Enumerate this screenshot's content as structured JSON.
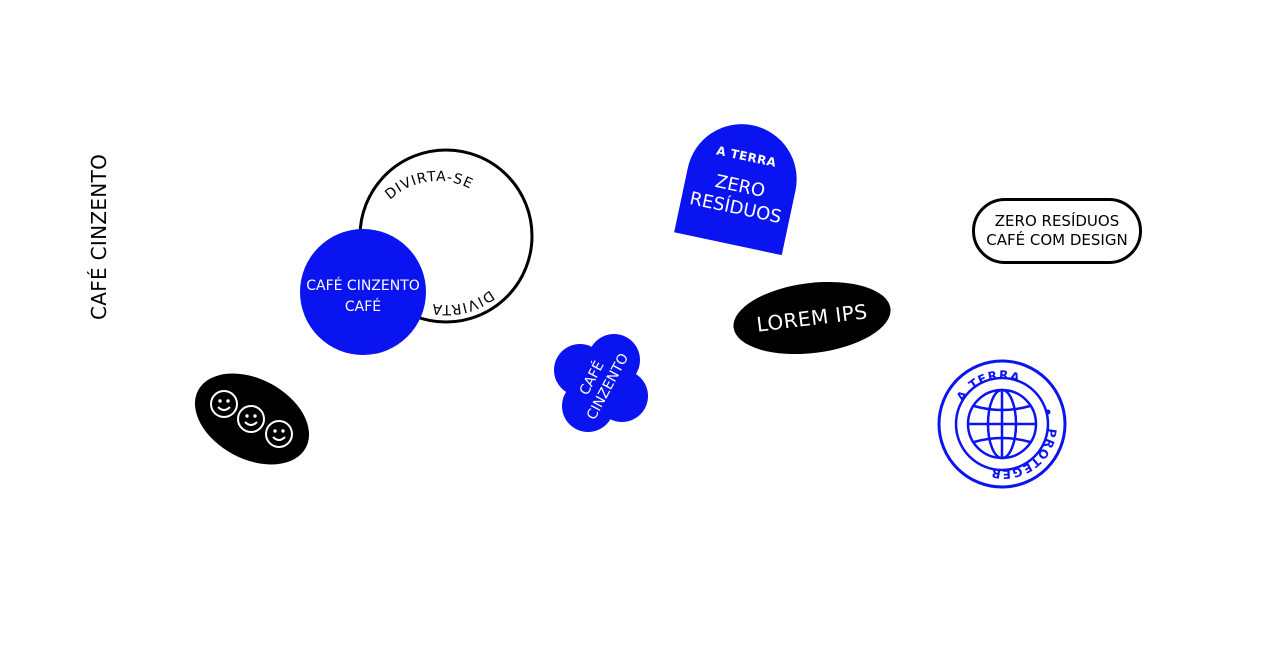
{
  "colors": {
    "blue": "#0a14f0",
    "black": "#000000",
    "white": "#ffffff"
  },
  "vertical_label": "CAFÉ CINZENTO",
  "circle_sticker": {
    "ring_top_text": "DIVIRTA-SE",
    "ring_bottom_text": "DIVIRTA",
    "disc_line1": "CAFÉ CINZENTO",
    "disc_line2": "CAFÉ"
  },
  "smiley_oval": {
    "icons": [
      "smiley-icon",
      "smiley-icon",
      "smiley-icon"
    ]
  },
  "flower_sticker": {
    "line1": "CAFÉ",
    "line2": "CINZENTO"
  },
  "arch_sticker": {
    "top_text": "A TERRA",
    "line1": "ZERO",
    "line2": "RESÍDUOS"
  },
  "oval_label": "LOREM IPS",
  "pill_label": {
    "line1": "ZERO RESÍDUOS",
    "line2": "CAFÉ COM DESIGN"
  },
  "globe_badge": {
    "top_text": "A TERRA",
    "bottom_text": "PROTEGER",
    "icon": "globe-icon"
  }
}
